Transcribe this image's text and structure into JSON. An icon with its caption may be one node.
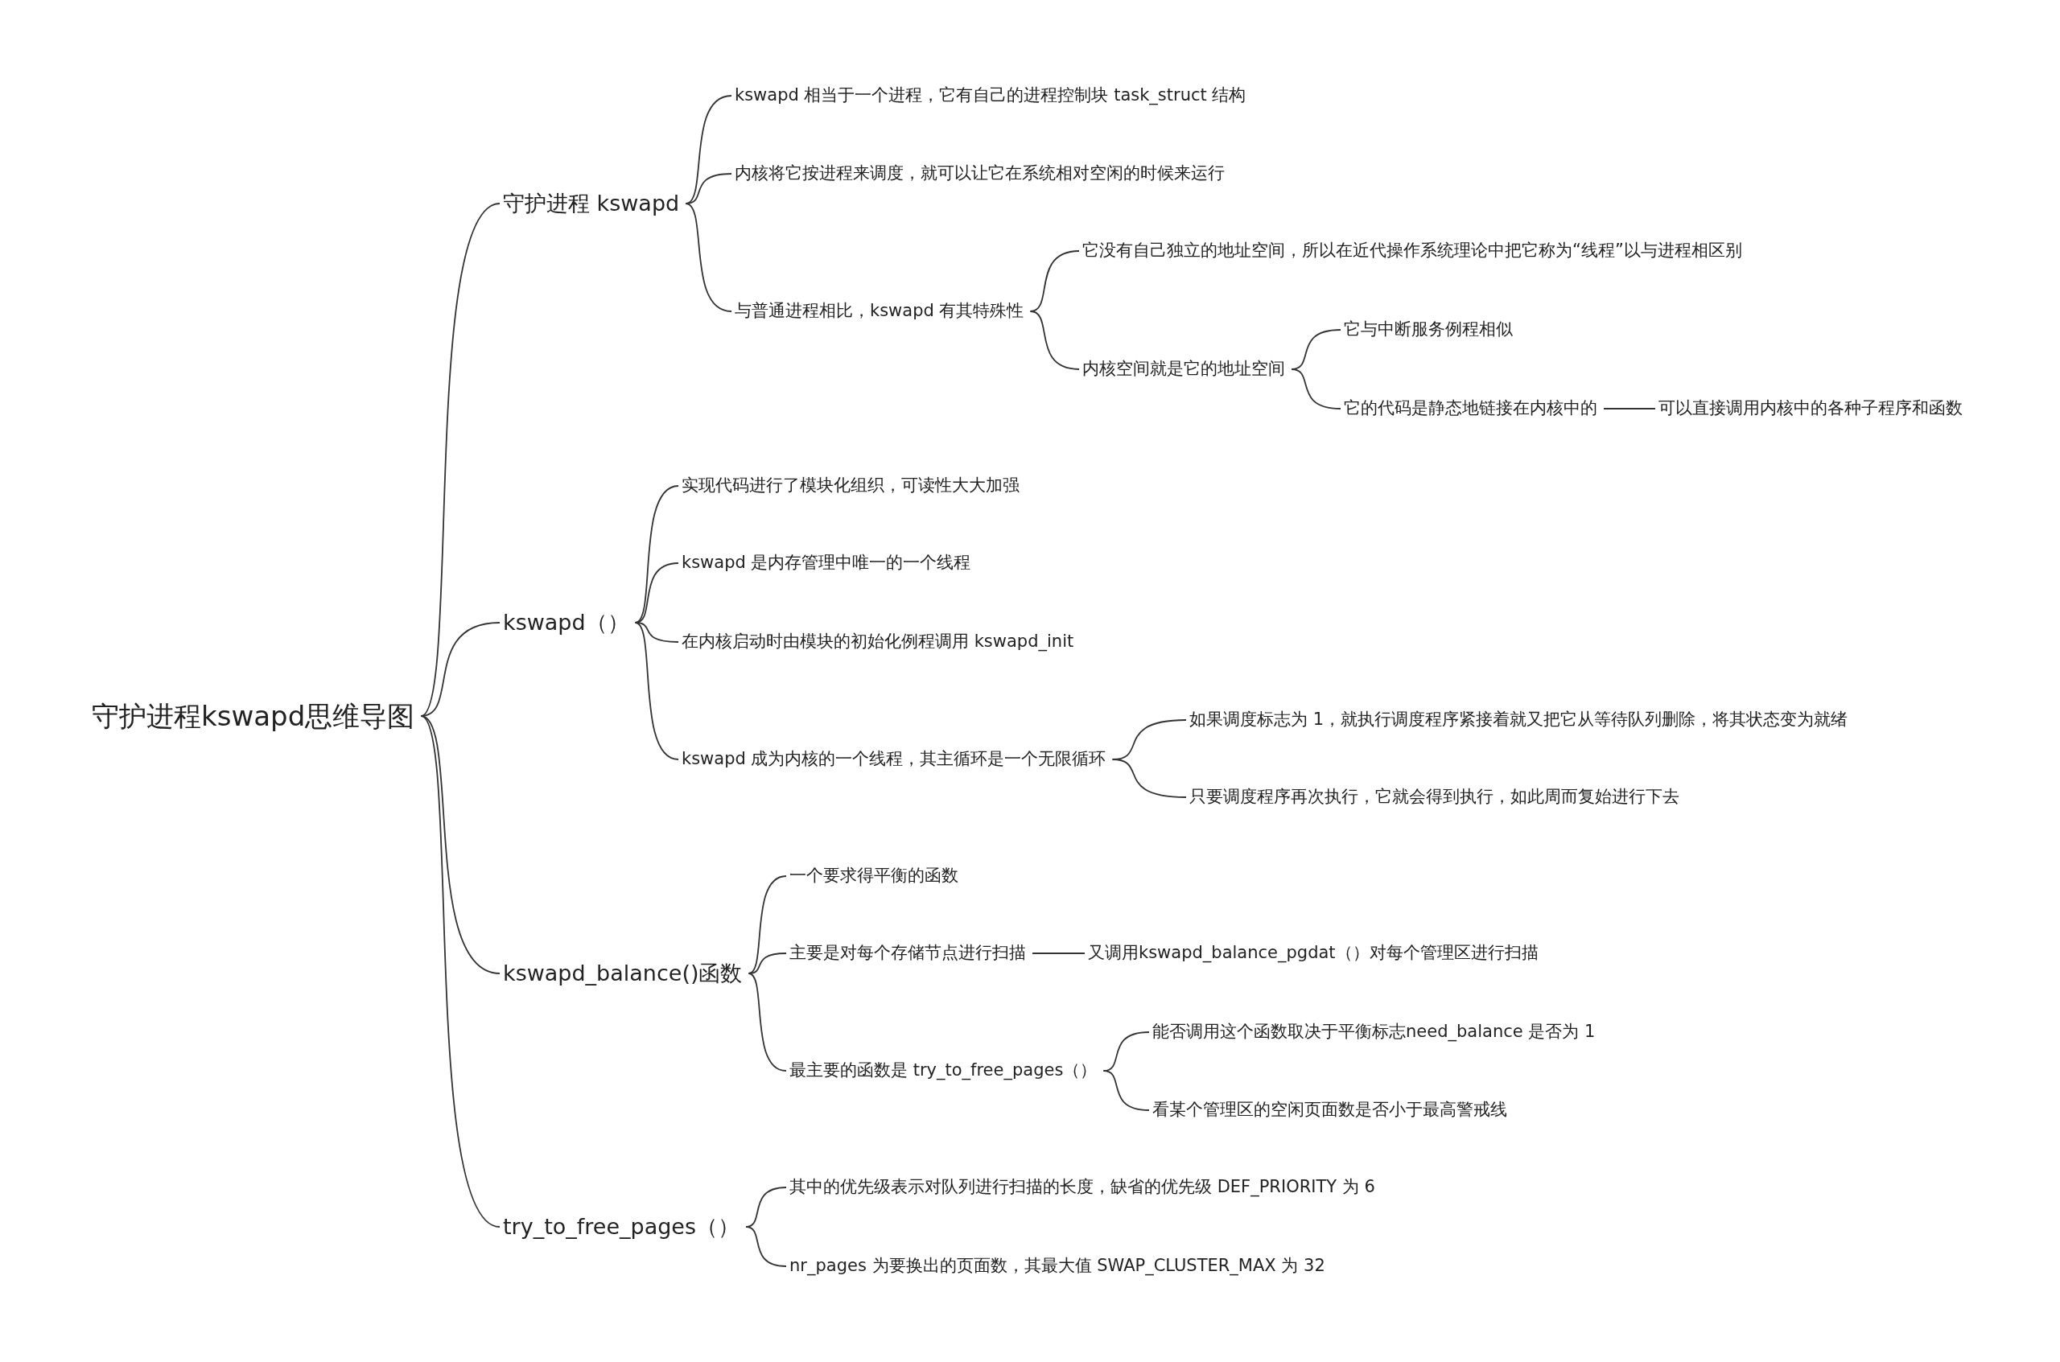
{
  "diagram": {
    "nodes": [
      {
        "text": [
          "守护进程kswapd思维导图"
        ]
      },
      {
        "text": [
          "守护进程 kswapd"
        ]
      },
      {
        "text": [
          "kswapd 相当于一个进程，它有自己的进程控制块 task_struct 结构"
        ]
      },
      {
        "text": [
          "内核将它按进程来调度，就可以让它在系统相对空闲的时候来运行"
        ]
      },
      {
        "text": [
          "与普通进程相比，kswapd 有其特殊性"
        ]
      },
      {
        "text": [
          "它没有自己独立的地址空间，所以在近代操作系统理论中把它称为“线程”以与进程相区别"
        ]
      },
      {
        "text": [
          "内核空间就是它的地址空间"
        ]
      },
      {
        "text": [
          "它与中断服务例程相似"
        ]
      },
      {
        "text": [
          "它的代码是静态地链接在内核中的"
        ]
      },
      {
        "text": [
          "可以直接调用内核中的各种子程序和函数"
        ]
      },
      {
        "text": [
          "kswapd（）"
        ]
      },
      {
        "text": [
          "实现代码进行了模块化组织，可读性大大加强"
        ]
      },
      {
        "text": [
          "kswapd 是内存管理中唯一的一个线程"
        ]
      },
      {
        "text": [
          "在内核启动时由模块的初始化例程调用 kswapd_init"
        ]
      },
      {
        "text": [
          "kswapd 成为内核的一个线程，其主循环是一个无限循环"
        ]
      },
      {
        "text": [
          "如果调度标志为 1，就执行调度程序紧接着就又把它从等待队列删除，将其状态变为就绪"
        ]
      },
      {
        "text": [
          "只要调度程序再次执行，它就会得到执行，如此周而复始进行下去"
        ]
      },
      {
        "text": [
          "kswapd_balance()函数"
        ]
      },
      {
        "text": [
          "一个要求得平衡的函数"
        ]
      },
      {
        "text": [
          "主要是对每个存储节点进行扫描"
        ]
      },
      {
        "text": [
          "又调用kswapd_balance_pgdat（）对每个管理区进行扫描"
        ]
      },
      {
        "text": [
          "最主要的函数是 try_to_free_pages（）"
        ]
      },
      {
        "text": [
          "能否调用这个函数取决于平衡标志need_balance 是否为 1"
        ]
      },
      {
        "text": [
          "看某个管理区的空闲页面数是否小于最高警戒线"
        ]
      },
      {
        "text": [
          "try_to_free_pages（）"
        ]
      },
      {
        "text": [
          "其中的优先级表示对队列进行扫描的长度，缺省的优先级 DEF_PRIORITY 为 6"
        ]
      },
      {
        "text": [
          "nr_pages 为要换出的页面数，其最大值 SWAP_CLUSTER_MAX 为 32"
        ]
      }
    ],
    "edges": [
      {
        "from": 0,
        "to": 1,
        "arrow": "none"
      },
      {
        "from": 1,
        "to": 2,
        "arrow": "none"
      },
      {
        "from": 1,
        "to": 3,
        "arrow": "none"
      },
      {
        "from": 1,
        "to": 4,
        "arrow": "none"
      },
      {
        "from": 4,
        "to": 5,
        "arrow": "none"
      },
      {
        "from": 4,
        "to": 6,
        "arrow": "none"
      },
      {
        "from": 6,
        "to": 7,
        "arrow": "none"
      },
      {
        "from": 6,
        "to": 8,
        "arrow": "none"
      },
      {
        "from": 8,
        "to": 9,
        "arrow": "none"
      },
      {
        "from": 0,
        "to": 10,
        "arrow": "none"
      },
      {
        "from": 10,
        "to": 11,
        "arrow": "none"
      },
      {
        "from": 10,
        "to": 12,
        "arrow": "none"
      },
      {
        "from": 10,
        "to": 13,
        "arrow": "none"
      },
      {
        "from": 10,
        "to": 14,
        "arrow": "none"
      },
      {
        "from": 14,
        "to": 15,
        "arrow": "none"
      },
      {
        "from": 14,
        "to": 16,
        "arrow": "none"
      },
      {
        "from": 0,
        "to": 17,
        "arrow": "none"
      },
      {
        "from": 17,
        "to": 18,
        "arrow": "none"
      },
      {
        "from": 17,
        "to": 19,
        "arrow": "none"
      },
      {
        "from": 17,
        "to": 21,
        "arrow": "none"
      },
      {
        "from": 19,
        "to": 20,
        "arrow": "none"
      },
      {
        "from": 21,
        "to": 22,
        "arrow": "none"
      },
      {
        "from": 21,
        "to": 23,
        "arrow": "none"
      },
      {
        "from": 0,
        "to": 24,
        "arrow": "none"
      },
      {
        "from": 24,
        "to": 25,
        "arrow": "none"
      },
      {
        "from": 24,
        "to": 26,
        "arrow": "none"
      }
    ]
  }
}
